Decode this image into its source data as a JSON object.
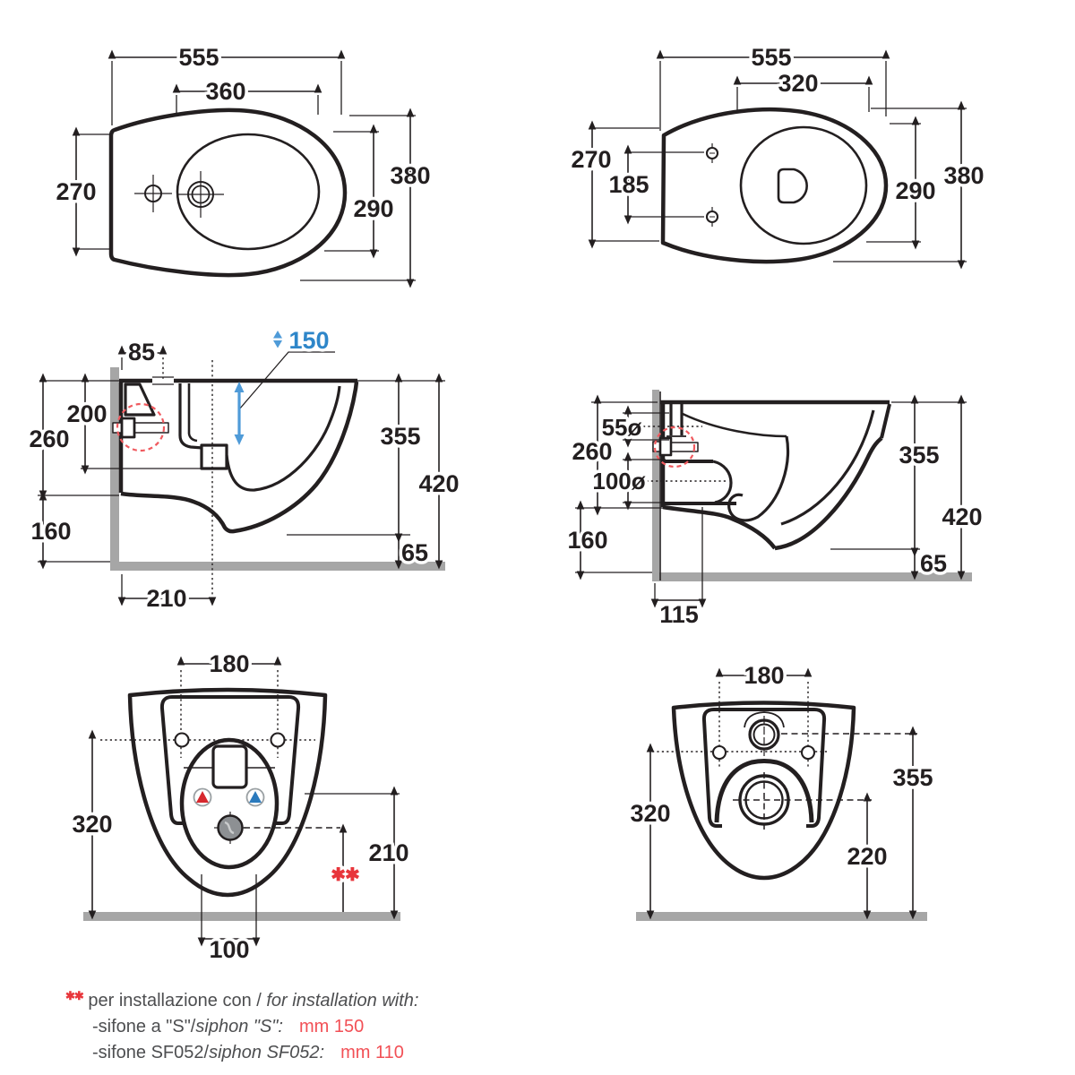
{
  "drawings": {
    "bidet_top": {
      "total_width": "555",
      "basin_width": "360",
      "left_height": "270",
      "total_height": "380",
      "basin_height": "290"
    },
    "wc_top": {
      "total_width": "555",
      "bowl_width": "320",
      "left_height": "270",
      "fixing_gap": "185",
      "total_height": "380",
      "bowl_height": "290"
    },
    "bidet_side": {
      "tap_offset": "85",
      "water_depth": "150",
      "rim_to_drain": "200",
      "rim_to_body_bottom": "260",
      "body_bottom_to_floor": "160",
      "rim_to_tip": "355",
      "total_height": "420",
      "tip_to_floor": "65",
      "wall_to_drain": "210"
    },
    "wc_side": {
      "inlet_diameter": "55ø",
      "rim_to_body_bottom": "260",
      "outlet_diameter": "100ø",
      "body_bottom_to_floor": "160",
      "rim_to_tip": "355",
      "total_height": "420",
      "tip_to_floor": "65",
      "wall_to_outlet": "115"
    },
    "bidet_front": {
      "fixing_gap": "180",
      "fixing_to_floor": "320",
      "inlet_height": "210",
      "drain_offset": "100",
      "siphon_mark": "✱✱"
    },
    "wc_front": {
      "fixing_gap": "180",
      "fixing_to_floor": "320",
      "inlet_height": "355",
      "outlet_height": "220"
    }
  },
  "colors": {
    "line": "#231f20",
    "wall_floor": "#a6a6a6",
    "accent_blue": "#2e86c9",
    "accent_red": "#e8353b",
    "value_red": "#f25056",
    "drain_gray": "#8d9093"
  },
  "footnote": {
    "mark": "✱✱",
    "intro_it": "per installazione con /",
    "intro_en": "for installation with:",
    "row1_it": "-sifone a \"S\"/",
    "row1_en": "siphon \"S\":",
    "row1_value": "mm 150",
    "row2_it": "-sifone SF052/",
    "row2_en": "siphon SF052:",
    "row2_value": "mm 110"
  }
}
